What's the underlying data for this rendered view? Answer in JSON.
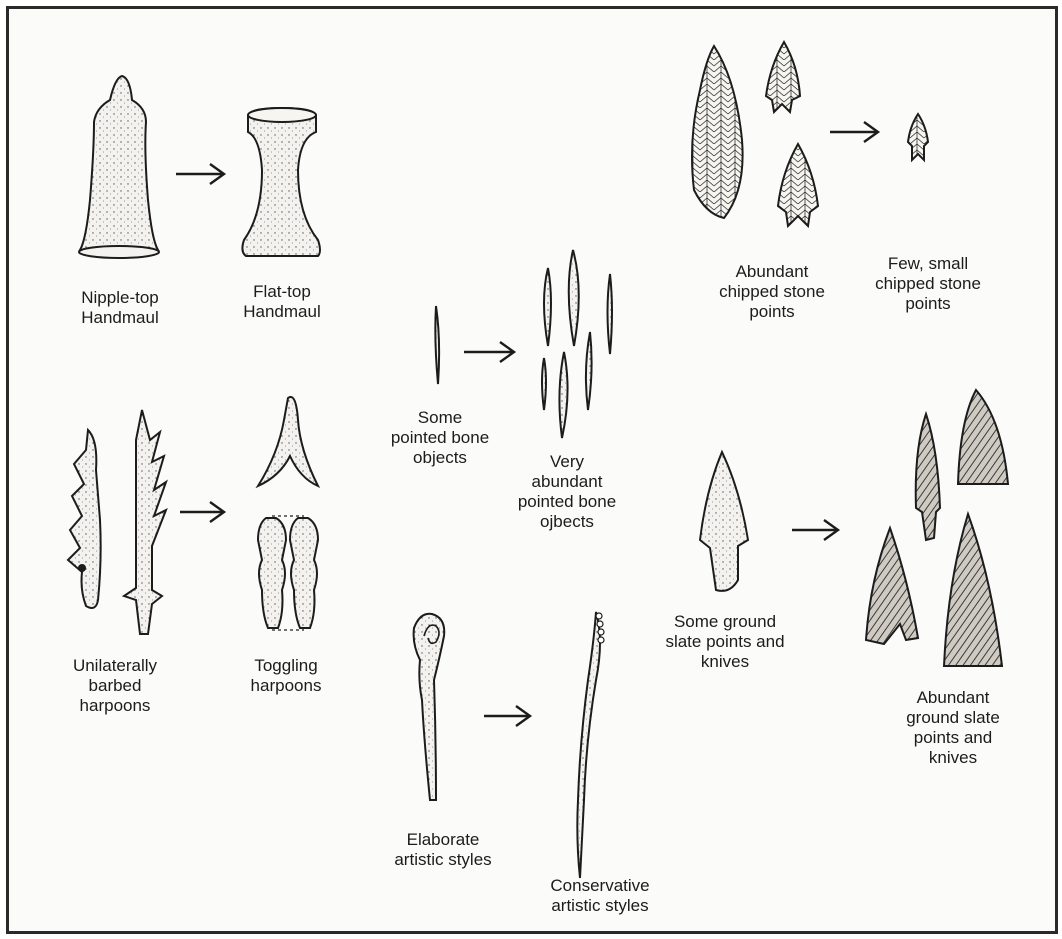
{
  "labels": {
    "nipple_top_handmaul": "Nipple-top\nHandmaul",
    "flat_top_handmaul": "Flat-top\nHandmaul",
    "unilaterally_barbed_harpoons": "Unilaterally\nbarbed\nharpoons",
    "toggling_harpoons": "Toggling\nharpoons",
    "some_pointed_bone_objects": "Some\npointed bone\nobjects",
    "very_abundant_pointed_bone_objects": "Very\nabundant\npointed bone\nojbects",
    "elaborate_artistic_styles": "Elaborate\nartistic styles",
    "conservative_artistic_styles": "Conservative\nartistic styles",
    "abundant_chipped_stone_points": "Abundant\nchipped stone\npoints",
    "few_small_chipped_stone_points": "Few, small\nchipped stone\npoints",
    "some_ground_slate_points_and_knives": "Some ground\nslate points and\nknives",
    "abundant_ground_slate_points_and_knives": "Abundant\nground slate\npoints and knives"
  },
  "colors": {
    "ink": "#1c1c1c",
    "artifact_fill": "#f3f1ec",
    "shadow": "#6a6a6a"
  }
}
